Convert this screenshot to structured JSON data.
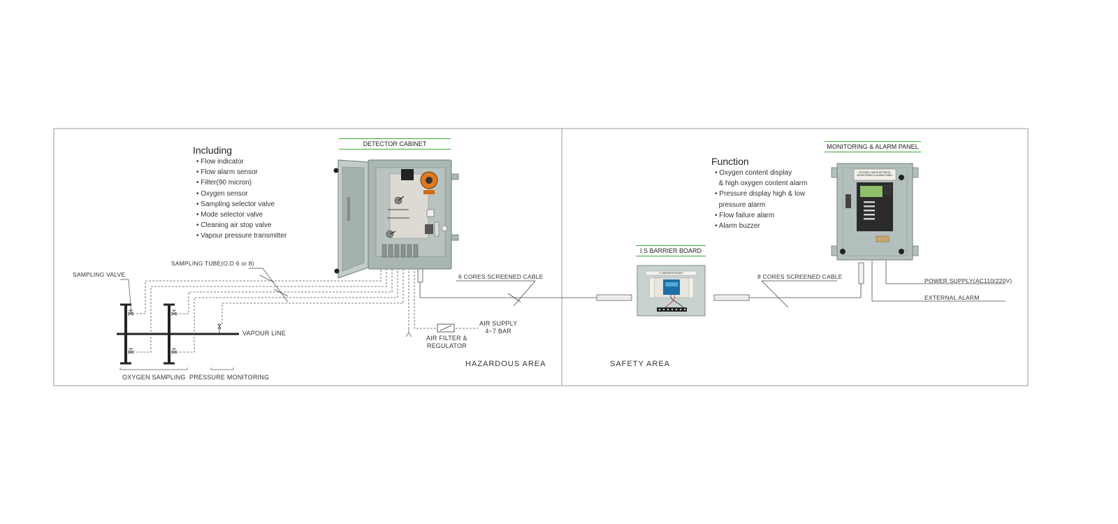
{
  "areas": {
    "hazardous": "HAZARDOUS AREA",
    "safety": "SAFETY AREA"
  },
  "detector_cabinet": {
    "title": "DETECTOR CABINET",
    "features_heading": "Including",
    "features": [
      "Flow indicator",
      "Flow alarm sensor",
      "Filter(90 micron)",
      "Oxygen sensor",
      "Sampling selector valve",
      "Mode selector valve",
      "Cleaning air stop valve",
      "Vapour pressure transmitter"
    ]
  },
  "barrier_board": {
    "title": "I.S BARRIER BOARD",
    "plate": "I.S BARRIER BOARD"
  },
  "alarm_panel": {
    "title": "MONITORING & ALARM PANEL",
    "function_heading": "Function",
    "functions": [
      "Oxygen content display",
      "& high oxygen content alarm",
      "Pressure display high & low",
      "pressure alarm",
      "Flow failure alarm",
      "Alarm buzzer"
    ],
    "plate": "OXYGEN / VAPOUR PRESS. MONITORING & ALARM PANEL"
  },
  "labels": {
    "sampling_valve": "SAMPLING VALVE",
    "sampling_tube": "SAMPLING TUBE(O.D 6 or 8)",
    "vapour_line": "VAPOUR LINE",
    "oxygen_sampling": "OXYGEN SAMPLING",
    "pressure_monitoring": "PRESSURE MONITORING",
    "cable_6": "6 CORES SCREENED CABLE",
    "cable_8": "8 CORES SCREENED CABLE",
    "air_filter": "AIR FILTER &",
    "air_filter_2": "REGULATOR",
    "air_supply": "AIR SUPPLY",
    "air_supply_2": "4~7 BAR",
    "power_supply": "POWER SUPPLY(AC110/220V)",
    "external_alarm": "EXTERNAL ALARM"
  },
  "colors": {
    "accent_line": "#3aa63a",
    "cabinet_body": "#a9b6b2",
    "frame": "#999999"
  }
}
